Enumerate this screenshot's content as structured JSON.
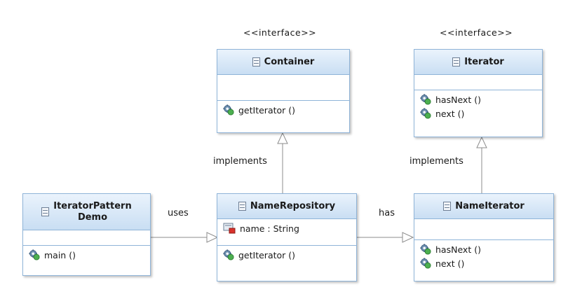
{
  "stereotypes": {
    "container": "<<interface>>",
    "iterator": "<<interface>>"
  },
  "classes": {
    "container": {
      "name": "Container",
      "methods": [
        "getIterator ()"
      ]
    },
    "iterator": {
      "name": "Iterator",
      "methods": [
        "hasNext ()",
        "next ()"
      ]
    },
    "demo": {
      "name_line1": "IteratorPattern",
      "name_line2": "Demo",
      "methods": [
        "main ()"
      ]
    },
    "repository": {
      "name": "NameRepository",
      "attributes": [
        "name : String"
      ],
      "methods": [
        "getIterator ()"
      ]
    },
    "name_iterator": {
      "name": "NameIterator",
      "methods": [
        "hasNext ()",
        "next ()"
      ]
    }
  },
  "relations": {
    "repo_container": "implements",
    "nameiter_iterator": "implements",
    "demo_repo": "uses",
    "repo_nameiter": "has"
  },
  "icons": {
    "class": "class-icon",
    "method": "public-method-gear-icon",
    "attribute": "private-field-icon"
  },
  "colors": {
    "header_top": "#eaf3fc",
    "header_bottom": "#c9def3",
    "border": "#8fb4d8",
    "arrow": "#8c8c8c"
  }
}
